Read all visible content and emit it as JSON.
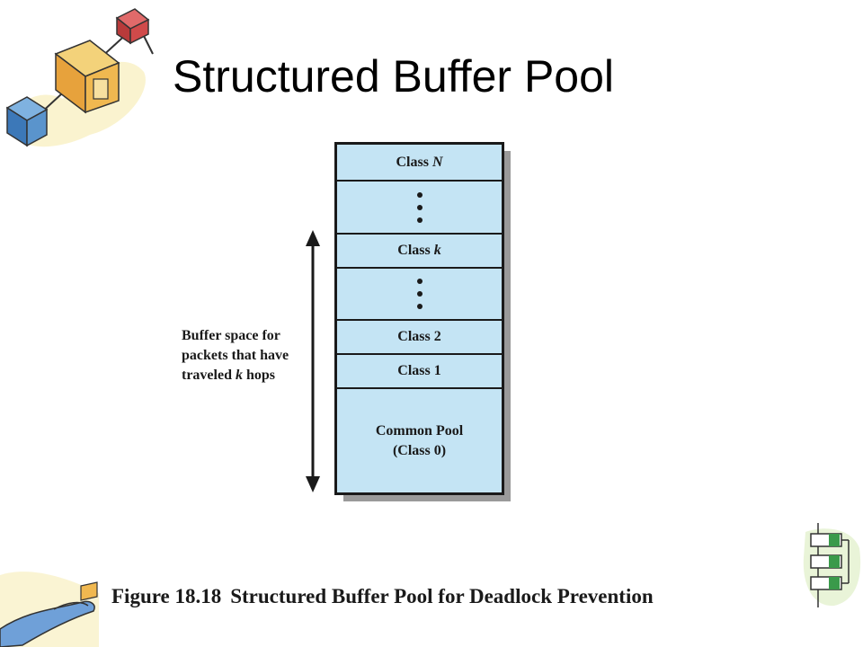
{
  "slide": {
    "title": "Structured Buffer Pool"
  },
  "diagram": {
    "segments": {
      "class_n": {
        "prefix": "Class",
        "var": "N"
      },
      "class_k": {
        "prefix": "Class",
        "var": "k"
      },
      "class_2": "Class 2",
      "class_1": "Class 1",
      "common_line1": "Common Pool",
      "common_line2": "(Class 0)"
    },
    "side_label": {
      "line1": "Buffer space for",
      "line2": "packets that have",
      "line3_prefix": "traveled",
      "line3_var": "k",
      "line3_suffix": "hops"
    },
    "colors": {
      "segment_fill": "#c4e4f4",
      "border": "#1a1a1a",
      "shadow": "#9a9a9a"
    }
  },
  "caption": {
    "figure_number": "Figure 18.18",
    "text": "Structured Buffer Pool for Deadlock Prevention"
  },
  "decorations": {
    "top_left": "clip-art-cubes-icon",
    "bottom_left": "clip-art-hand-icon",
    "bottom_right": "clip-art-network-stack-icon"
  }
}
